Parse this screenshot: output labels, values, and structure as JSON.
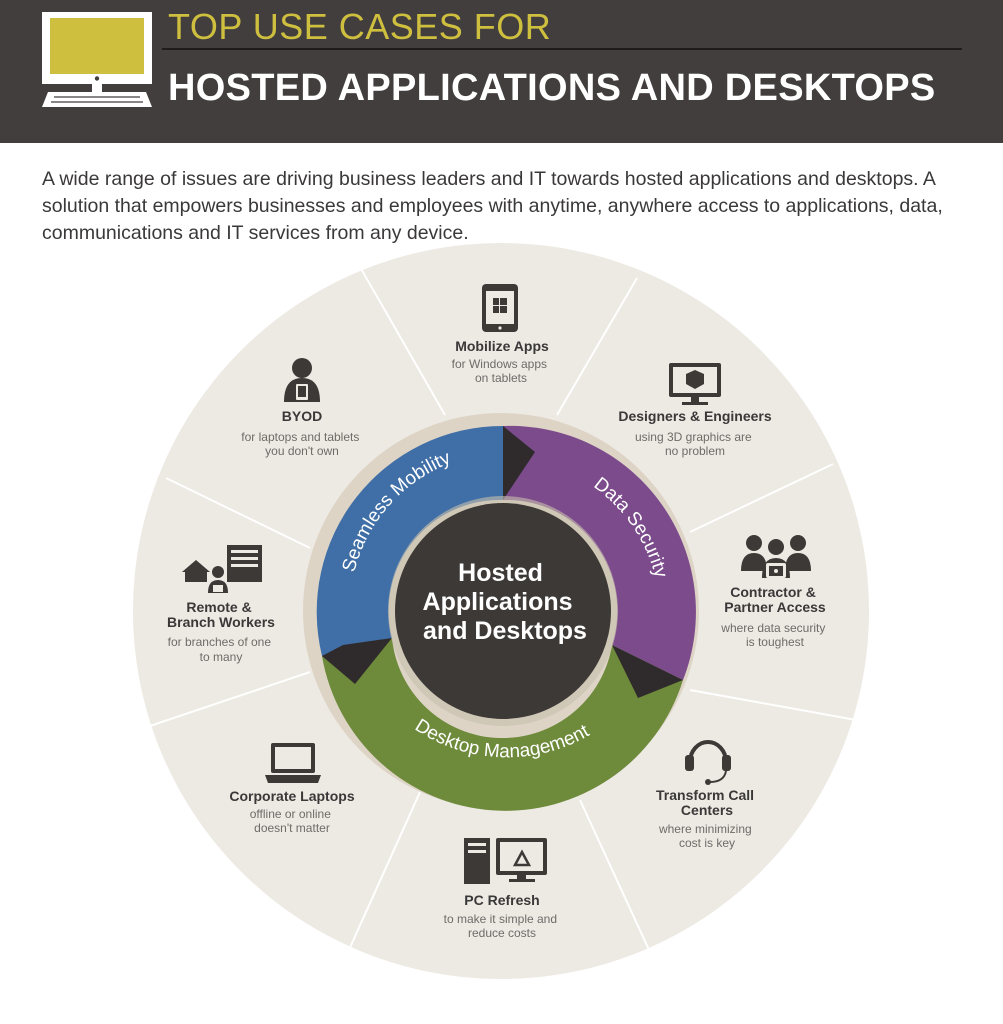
{
  "header": {
    "title_top": "TOP USE CASES FOR",
    "title_main": "HOSTED APPLICATIONS AND DESKTOPS",
    "icon": "monitor-keyboard-icon",
    "colors": {
      "background": "#423e3e",
      "accent": "#cfbf3f",
      "text": "#ffffff"
    }
  },
  "intro": "A wide range of issues are driving business leaders and IT towards hosted applications and desktops. A solution that empowers businesses and employees with anytime, anywhere access to applications, data, communications and IT services from any device.",
  "hub": {
    "lines": [
      "Hosted",
      "Applications",
      "and Desktops"
    ],
    "color": "#3d3937"
  },
  "ring": {
    "seamless_mobility": {
      "label": "Seamless Mobility",
      "color": "#3f6fa6"
    },
    "data_security": {
      "label": "Data Security",
      "color": "#7c4b8c"
    },
    "desktop_management": {
      "label": "Desktop Management",
      "color": "#6e8a3b"
    }
  },
  "use_cases": {
    "mobilize": {
      "title": [
        "Mobilize Apps"
      ],
      "desc": [
        "for Windows apps",
        "on tablets"
      ],
      "icon": "tablet-windows-icon"
    },
    "designers": {
      "title": [
        "Designers & Engineers"
      ],
      "desc": [
        "using 3D graphics are",
        "no problem"
      ],
      "icon": "monitor-cube-icon"
    },
    "contractor": {
      "title": [
        "Contractor &",
        "Partner Access"
      ],
      "desc": [
        "where data security",
        "is toughest"
      ],
      "icon": "people-lock-icon"
    },
    "callcenter": {
      "title": [
        "Transform Call",
        "Centers"
      ],
      "desc": [
        "where minimizing",
        "cost is key"
      ],
      "icon": "headset-icon"
    },
    "pcrefresh": {
      "title": [
        "PC Refresh"
      ],
      "desc": [
        "to make it simple and",
        "reduce costs"
      ],
      "icon": "pc-recycle-icon"
    },
    "laptops": {
      "title": [
        "Corporate Laptops"
      ],
      "desc": [
        "offline or online",
        "doesn't matter"
      ],
      "icon": "laptop-icon"
    },
    "remote": {
      "title": [
        "Remote &",
        "Branch Workers"
      ],
      "desc": [
        "for branches of one",
        "to many"
      ],
      "icon": "house-building-person-icon"
    },
    "byod": {
      "title": [
        "BYOD"
      ],
      "desc": [
        "for laptops and tablets",
        "you don't own"
      ],
      "icon": "person-tablet-icon"
    }
  }
}
